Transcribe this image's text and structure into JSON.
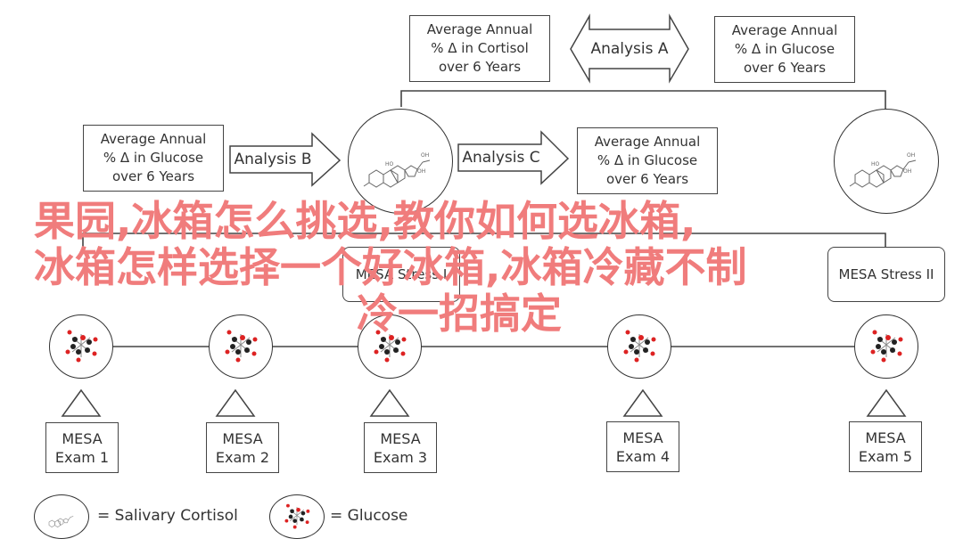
{
  "top_boxes": {
    "cortisol_box": [
      "Average Annual",
      "% Δ in Cortisol",
      "over 6 Years"
    ],
    "glucose_box_top": [
      "Average Annual",
      "% Δ in Glucose",
      "over 6 Years"
    ],
    "analysis_a": "Analysis A"
  },
  "middle_row": {
    "glucose_box_left": [
      "Average Annual",
      "% Δ in Glucose",
      "over 6 Years"
    ],
    "analysis_b": "Analysis B",
    "analysis_c": "Analysis C",
    "glucose_box_right": [
      "Average Annual",
      "% Δ in Glucose",
      "over 6 Years"
    ]
  },
  "stress_boxes": [
    "MESA Stress I",
    "MESA Stress II"
  ],
  "exams": [
    "MESA\nExam 1",
    "MESA\nExam 2",
    "MESA\nExam 3",
    "MESA\nExam 4",
    "MESA\nExam 5"
  ],
  "exam_lines": [
    [
      "MESA",
      "Exam 1"
    ],
    [
      "MESA",
      "Exam 2"
    ],
    [
      "MESA",
      "Exam 3"
    ],
    [
      "MESA",
      "Exam 4"
    ],
    [
      "MESA",
      "Exam 5"
    ]
  ],
  "legend": {
    "cortisol": "= Salivary Cortisol",
    "glucose": "= Glucose"
  },
  "overlay": {
    "line1": "果园,冰箱怎么挑选,教你如何选冰箱,",
    "line2": "冰箱怎样选择一个好冰箱,冰箱冷藏不制",
    "line3": "冷一招搞定",
    "color": "#f07c7c"
  },
  "icons": {
    "cortisol": "cortisol-molecule-icon",
    "glucose": "glucose-molecule-icon"
  }
}
